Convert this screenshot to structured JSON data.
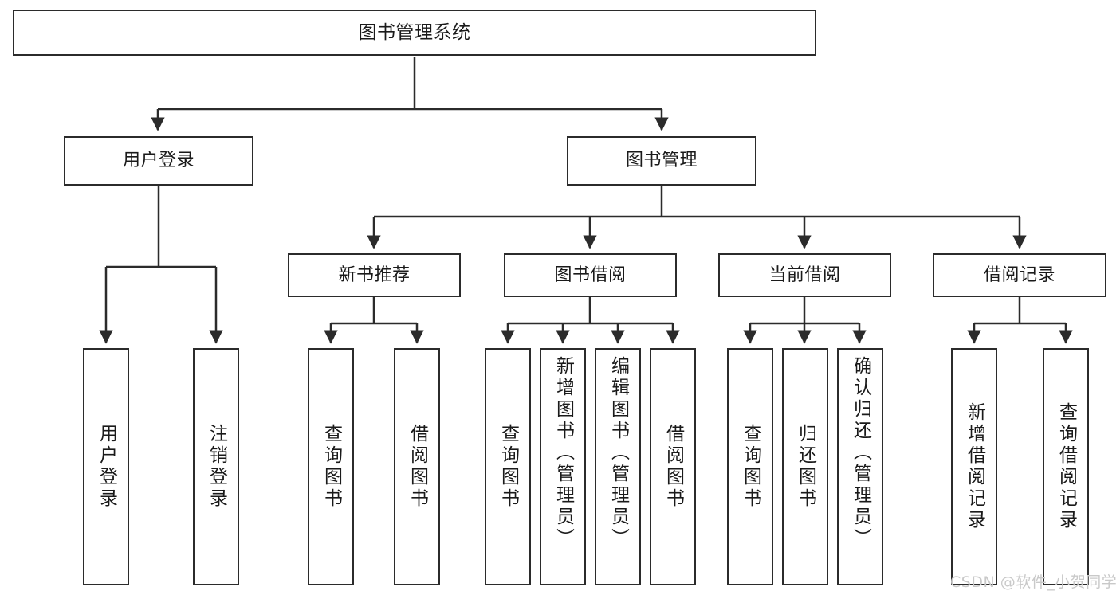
{
  "diagram": {
    "title": "图书管理系统",
    "type": "hierarchy-tree",
    "root": {
      "id": "root",
      "label": "图书管理系统"
    },
    "level2": [
      {
        "id": "user-login",
        "label": "用户登录"
      },
      {
        "id": "book-manage",
        "label": "图书管理"
      }
    ],
    "level3": [
      {
        "id": "new-book-rec",
        "label": "新书推荐",
        "parent": "book-manage"
      },
      {
        "id": "book-borrow",
        "label": "图书借阅",
        "parent": "book-manage"
      },
      {
        "id": "current-borrow",
        "label": "当前借阅",
        "parent": "book-manage"
      },
      {
        "id": "borrow-record",
        "label": "借阅记录",
        "parent": "book-manage"
      }
    ],
    "leaves": [
      {
        "id": "leaf-user-login",
        "label": "用户登录",
        "parent": "user-login"
      },
      {
        "id": "leaf-logout",
        "label": "注销登录",
        "parent": "user-login"
      },
      {
        "id": "leaf-query-book-1",
        "label": "查询图书",
        "parent": "new-book-rec"
      },
      {
        "id": "leaf-borrow-book-1",
        "label": "借阅图书",
        "parent": "new-book-rec"
      },
      {
        "id": "leaf-query-book-2",
        "label": "查询图书",
        "parent": "book-borrow"
      },
      {
        "id": "leaf-add-book",
        "label": "新增图书（管理员）",
        "parent": "book-borrow"
      },
      {
        "id": "leaf-edit-book",
        "label": "编辑图书（管理员）",
        "parent": "book-borrow"
      },
      {
        "id": "leaf-borrow-book-2",
        "label": "借阅图书",
        "parent": "book-borrow"
      },
      {
        "id": "leaf-query-book-3",
        "label": "查询图书",
        "parent": "current-borrow"
      },
      {
        "id": "leaf-return-book",
        "label": "归还图书",
        "parent": "current-borrow"
      },
      {
        "id": "leaf-confirm-return",
        "label": "确认归还（管理员）",
        "parent": "current-borrow"
      },
      {
        "id": "leaf-add-record",
        "label": "新增借阅记录",
        "parent": "borrow-record"
      },
      {
        "id": "leaf-query-record",
        "label": "查询借阅记录",
        "parent": "borrow-record"
      }
    ]
  },
  "watermark": {
    "text": "CSDN @软件_小贺同学"
  },
  "colors": {
    "stroke": "#2b2b2b",
    "fill": "#ffffff",
    "text": "#1a1a1a",
    "watermark": "#c9c9c9"
  }
}
